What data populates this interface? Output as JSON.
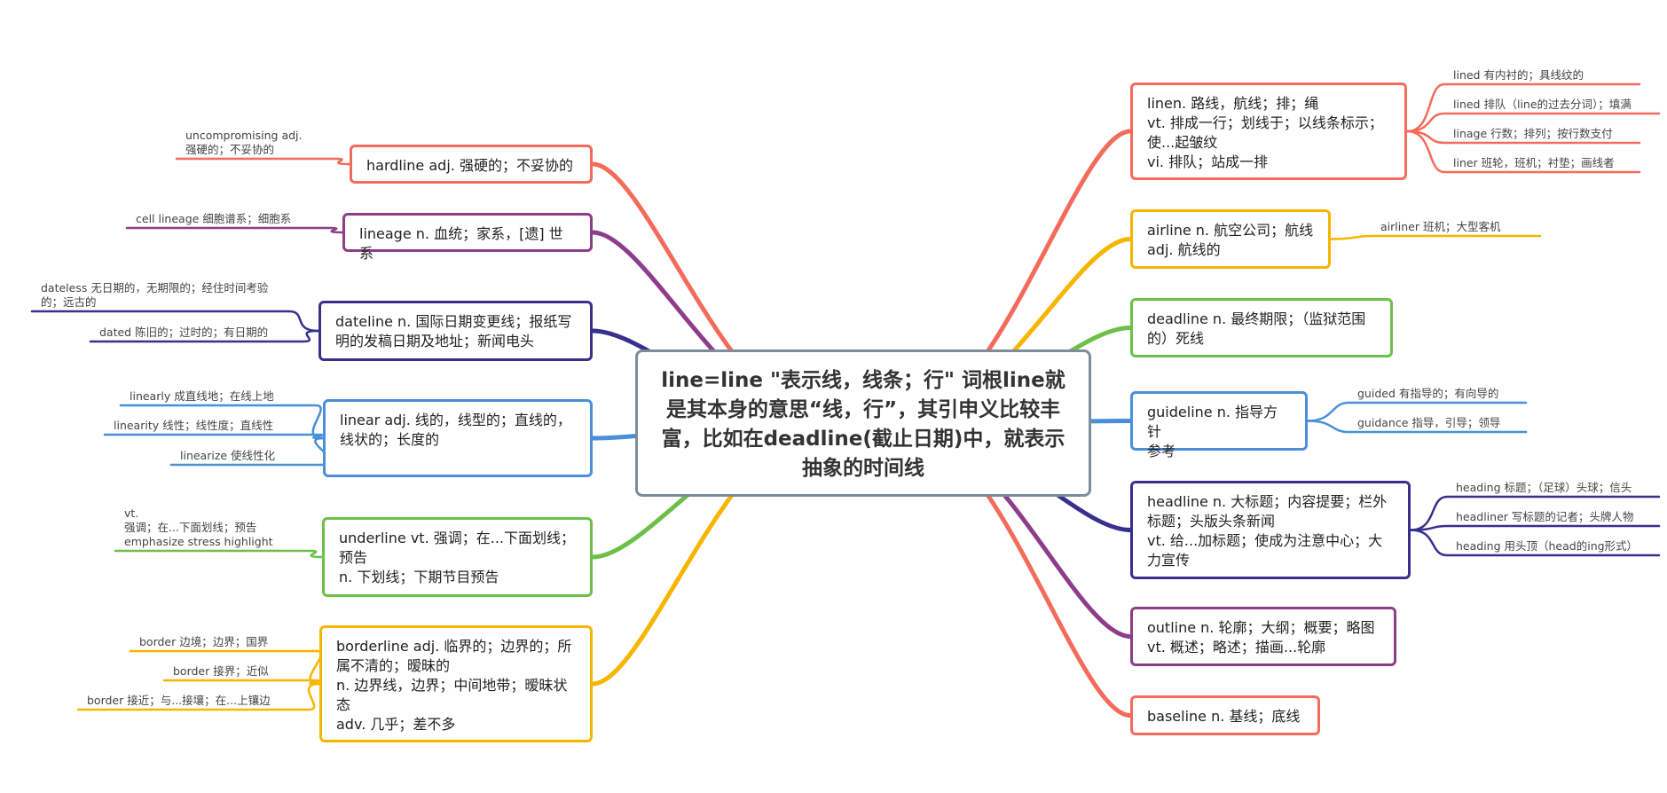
{
  "center": "line=line \"表示线，线条；行\" 词根line就是其本身的意思“线，行”，其引申义比较丰富，比如在deadline(截止日期)中，就表示抽象的时间线",
  "colors": {
    "red": "#f56b5b",
    "purple": "#8e3d8a",
    "navy": "#3a2f8c",
    "blue": "#4a8fd8",
    "green": "#6cc04a",
    "yellow": "#f7b500",
    "center_border": "#7f8c9a"
  },
  "left_topics": [
    {
      "text": "hardline adj. 强硬的；不妥协的",
      "color": "red",
      "leaves": [
        "uncompromising adj.\n强硬的；不妥协的"
      ]
    },
    {
      "text": "lineage n. 血统；家系，[遗] 世系",
      "color": "purple",
      "leaves": [
        "cell lineage  细胞谱系；细胞系"
      ]
    },
    {
      "text": "dateline n. 国际日期变更线；报纸写明的发稿日期及地址；新闻电头",
      "color": "navy",
      "leaves": [
        "dateless 无日期的，无期限的；经住时间考验的；远古的",
        "dated 陈旧的；过时的；有日期的"
      ]
    },
    {
      "text": "linear adj. 线的，线型的；直线的，线状的；长度的",
      "color": "blue",
      "leaves": [
        "linearly 成直线地；在线上地",
        "linearity 线性；线性度；直线性",
        "linearize 使线性化"
      ]
    },
    {
      "text": "underline vt. 强调；在...下面划线；预告\nn. 下划线；下期节目预告",
      "color": "green",
      "leaves": [
        "vt.\n强调；在...下面划线；预告\nemphasize  stress  highlight"
      ]
    },
    {
      "text": "borderline adj. 临界的；边界的；所属不清的；暧昧的\nn. 边界线，边界；中间地带；暧昧状态\nadv. 几乎；差不多",
      "color": "yellow",
      "leaves": [
        "border 边境；边界；国界",
        "border 接界；近似",
        "border 接近；与...接壤；在...上镶边"
      ]
    }
  ],
  "right_topics": [
    {
      "text": "linen. 路线，航线；排；绳\nvt. 排成一行；划线于；以线条标示；使...起皱纹\nvi. 排队；站成一排",
      "color": "red",
      "leaves": [
        "lined 有内衬的；具线纹的",
        "lined 排队（line的过去分词）；填满",
        "linage 行数；排列；按行数支付",
        "liner 班轮，班机；衬垫；画线者"
      ]
    },
    {
      "text": "airline n. 航空公司；航线\nadj. 航线的",
      "color": "yellow",
      "leaves": [
        "airliner 班机；大型客机"
      ]
    },
    {
      "text": "deadline n. 最终期限；（监狱范围的）死线",
      "color": "green",
      "leaves": []
    },
    {
      "text": "guideline n. 指导方针\n参考",
      "color": "blue",
      "leaves": [
        "guided 有指导的；有向导的",
        "guidance 指导，引导；领导"
      ]
    },
    {
      "text": "headline n. 大标题；内容提要；栏外标题；头版头条新闻\nvt. 给...加标题；使成为注意中心；大力宣传",
      "color": "navy",
      "leaves": [
        "heading 标题；（足球）头球；信头",
        "headliner 写标题的记者；头牌人物",
        "heading 用头顶（head的ing形式）"
      ]
    },
    {
      "text": "outline n. 轮廓；大纲；概要；略图\nvt. 概述；略述；描画...轮廓",
      "color": "purple",
      "leaves": []
    },
    {
      "text": "baseline n. 基线；底线",
      "color": "red",
      "leaves": []
    }
  ]
}
